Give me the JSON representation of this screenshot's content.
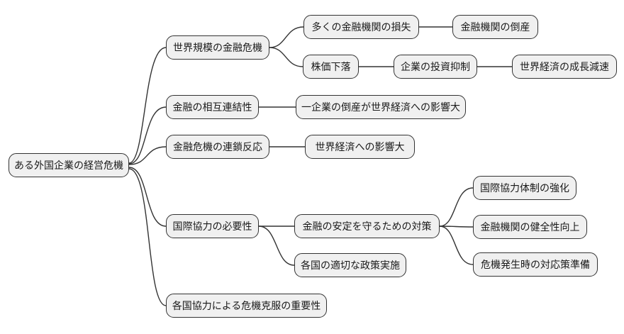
{
  "diagram_type": "mindmap",
  "style": {
    "background": "#ffffff",
    "node_fill": "#f0f0f0",
    "node_border": "#333333",
    "connector_color": "#333333",
    "text_color": "#1a1a1a"
  },
  "mindmap": {
    "root": {
      "label": "ある外国企業の経営危機",
      "children": [
        {
          "label": "世界規模の金融危機",
          "children": [
            {
              "label": "多くの金融機関の損失",
              "children": [
                {
                  "label": "金融機関の倒産",
                  "children": []
                }
              ]
            },
            {
              "label": "株価下落",
              "children": [
                {
                  "label": "企業の投資抑制",
                  "children": [
                    {
                      "label": "世界経済の成長減速",
                      "children": []
                    }
                  ]
                }
              ]
            }
          ]
        },
        {
          "label": "金融の相互連結性",
          "children": [
            {
              "label": "一企業の倒産が世界経済への影響大",
              "children": []
            }
          ]
        },
        {
          "label": "金融危機の連鎖反応",
          "children": [
            {
              "label": "世界経済への影響大",
              "children": []
            }
          ]
        },
        {
          "label": "国際協力の必要性",
          "children": [
            {
              "label": "金融の安定を守るための対策",
              "children": [
                {
                  "label": "国際協力体制の強化",
                  "children": []
                },
                {
                  "label": "金融機関の健全性向上",
                  "children": []
                },
                {
                  "label": "危機発生時の対応策準備",
                  "children": []
                }
              ]
            },
            {
              "label": "各国の適切な政策実施",
              "children": []
            }
          ]
        },
        {
          "label": "各国協力による危機克服の重要性",
          "children": []
        }
      ]
    }
  }
}
